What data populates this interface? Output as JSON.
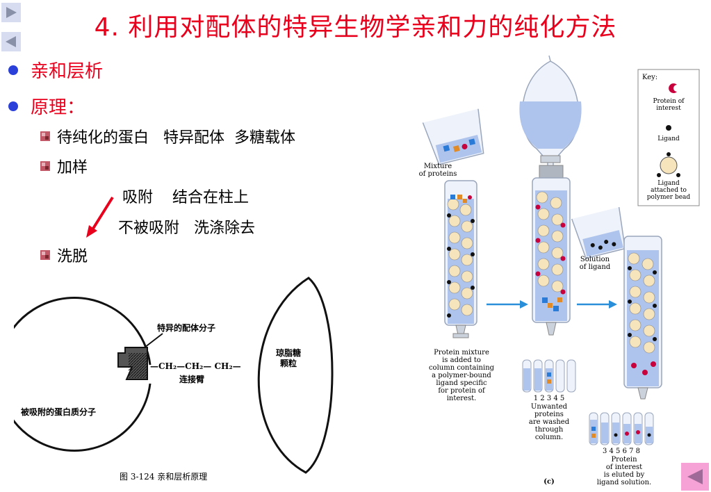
{
  "slide": {
    "title": "4. 利用对配体的特异生物学亲和力的纯化方法",
    "bullets": [
      {
        "label": "亲和层析"
      },
      {
        "label": "原理："
      }
    ],
    "sub_items": [
      {
        "label": "待纯化的蛋白   特异配体  多糖载体"
      },
      {
        "label": "加样"
      },
      {
        "label": "洗脱"
      }
    ],
    "adsorb_line": "吸附    结合在柱上",
    "non_adsorb_line": "不被吸附   洗涤除去"
  },
  "figure_left": {
    "ligand_label": "特异的配体分子",
    "protein_label": "被吸附的蛋白质分子",
    "spacer_chain": "—CH₂—CH₂—  CH₂—",
    "spacer_label": "连接臂",
    "bead_label_1": "琼脂糖",
    "bead_label_2": "颗粒",
    "caption": "图 3-124   亲和层析原理"
  },
  "figure_right": {
    "key_title": "Key:",
    "key_protein_1": "Protein of",
    "key_protein_2": "interest",
    "key_ligand": "Ligand",
    "key_attached_1": "Ligand",
    "key_attached_2": "attached to",
    "key_attached_3": "polymer bead",
    "mixture_1": "Mixture",
    "mixture_2": "of proteins",
    "solution_1": "Solution",
    "solution_2": "of ligand",
    "step1": [
      "Protein mixture",
      "is added to",
      "column containing",
      "a polymer-bound",
      "ligand specific",
      "for protein of",
      "interest."
    ],
    "step2_tubes": "1  2  3  4  5",
    "step2": [
      "Unwanted",
      "proteins",
      "are washed",
      "through",
      "column."
    ],
    "step3_tubes": "3  4  5  6  7  8",
    "step3": [
      "Protein",
      "of interest",
      "is eluted by",
      "ligand solution."
    ],
    "panel_label": "(c)"
  },
  "colors": {
    "title": "#e8001c",
    "bullet": "#2a40d8",
    "arrow_red": "#e8001c",
    "flow_arrow": "#2a8fd8",
    "liquid": "#aec4ec",
    "bead": "#f6e4bc",
    "protein": "#c8003c",
    "back_button": "#f6a2d6"
  },
  "icons": {
    "next": "triangle-right-icon",
    "prev": "triangle-left-icon",
    "back": "triangle-left-icon"
  }
}
